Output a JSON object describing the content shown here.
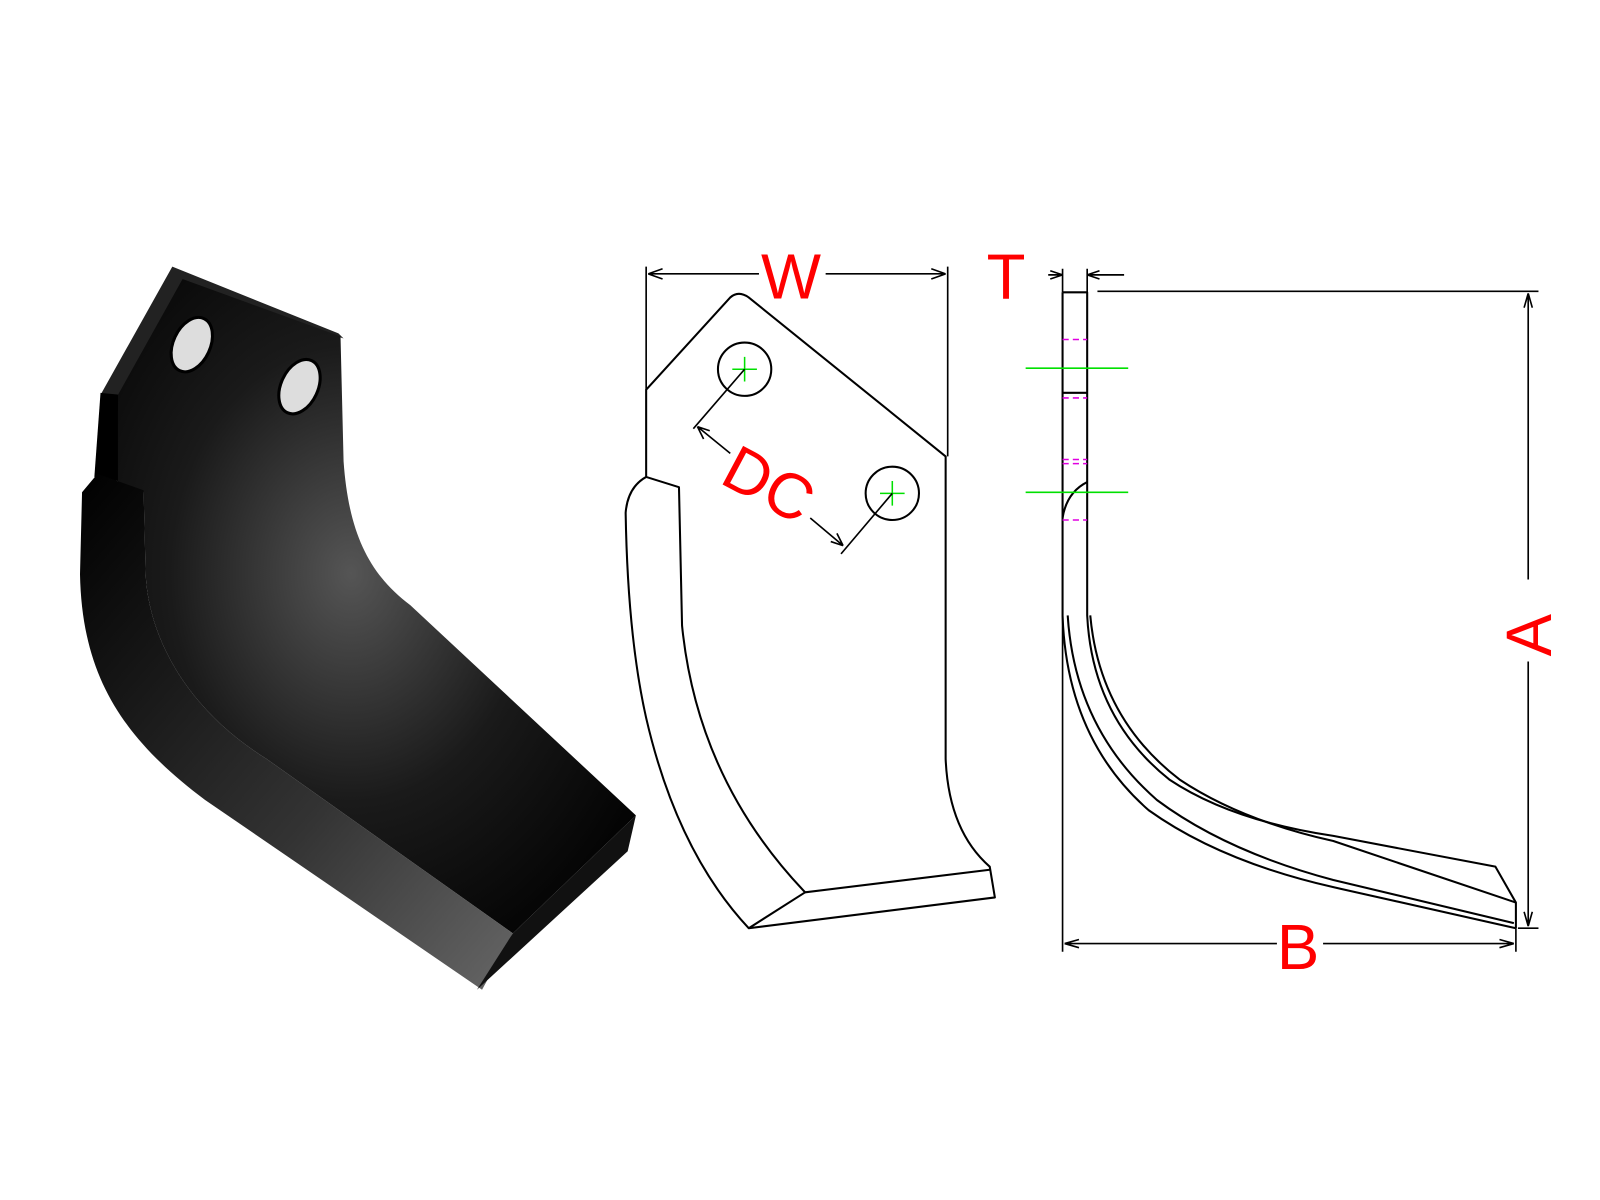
{
  "labels": {
    "width": "W",
    "thickness": "T",
    "hole_distance": "DC",
    "height": "A",
    "length": "B"
  },
  "colors": {
    "dimension_label": "#ff0000",
    "centerline": "#00e000",
    "hidden_line": "#e000e0",
    "blade_body": "#111111"
  }
}
